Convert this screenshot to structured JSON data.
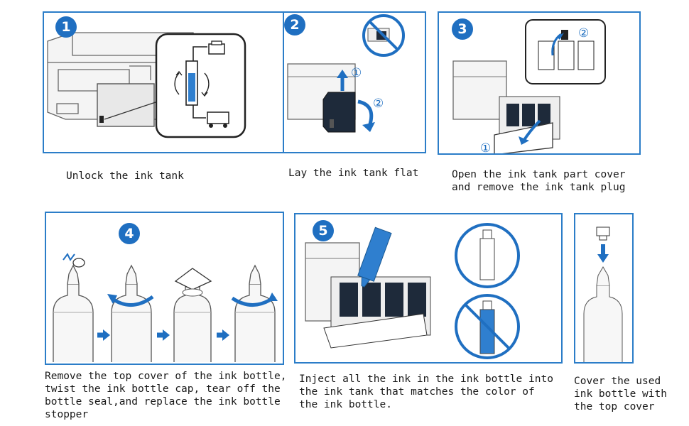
{
  "steps": [
    {
      "number": "1",
      "caption": "Unlock the ink tank"
    },
    {
      "number": "2",
      "caption": "Lay the ink tank flat"
    },
    {
      "number": "3",
      "caption": "Open the ink tank part cover\nand remove the ink tank plug"
    },
    {
      "number": "4",
      "caption": "Remove the top cover of the ink bottle,\ntwist the ink bottle cap, tear off the\nbottle seal,and replace the ink bottle\nstopper"
    },
    {
      "number": "5",
      "caption": "Inject all the ink in the ink bottle into\nthe ink tank that matches the color of\nthe ink bottle."
    },
    {
      "number": "",
      "caption": "Cover the used\nink bottle with\nthe top cover"
    }
  ],
  "sub_markers": {
    "one": "①",
    "two": "②"
  },
  "colors": {
    "frame": "#2b7dc8",
    "badge": "#1f6fc1",
    "arrow": "#1f6fc1",
    "line": "#555555",
    "tank": "#1e2a3a"
  }
}
